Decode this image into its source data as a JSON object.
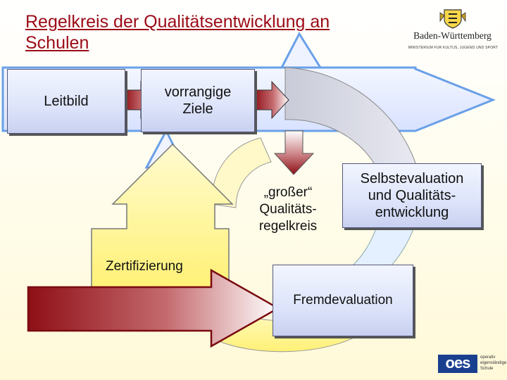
{
  "title": {
    "line1": "Regelkreis der Qualitätsentwicklung an",
    "line2": "Schulen"
  },
  "logo": {
    "name": "Baden-Württemberg",
    "subtitle": "MINISTERIUM FÜR KULTUS, JUGEND UND SPORT"
  },
  "boxes": {
    "leitbild": "Leitbild",
    "ziele_line1": "vorrangige",
    "ziele_line2": "Ziele",
    "selbst_line1": "Selbstevaluation",
    "selbst_line2": "und Qualitäts-",
    "selbst_line3": "entwicklung",
    "fremd": "Fremdevaluation"
  },
  "center": {
    "line1": "„großer“",
    "line2": "Qualitäts-",
    "line3": "regelkreis"
  },
  "zertifizierung": "Zertifizierung",
  "footer_logo": {
    "word": "oes",
    "tagline1": "operativ",
    "tagline2": "eigenständige",
    "tagline3": "Schule"
  },
  "colors": {
    "title": "#9b0a16",
    "arrow_red": "#9b0a16",
    "arrow_blue_outline": "#6aa0e8",
    "cycle_fill": "#fff6a8",
    "box_fill": "#dde4fa"
  }
}
